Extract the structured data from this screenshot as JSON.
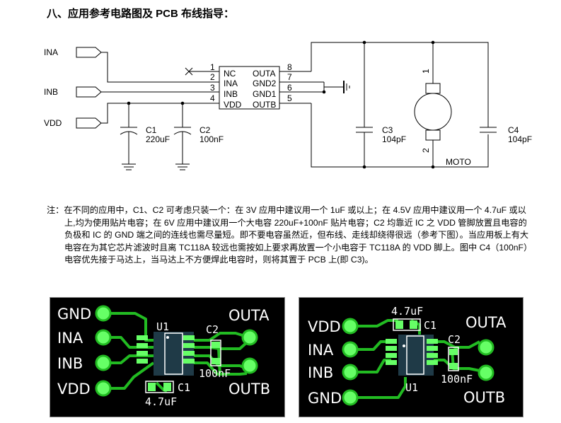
{
  "heading": "八、应用参考电路图及 PCB 布线指导：",
  "schematic": {
    "port_ina": "INA",
    "port_inb": "INB",
    "port_vdd": "VDD",
    "pin_numbers": [
      "1",
      "2",
      "3",
      "4",
      "8",
      "7",
      "6",
      "5"
    ],
    "pin_left_labels": [
      "NC",
      "INA",
      "INB",
      "VDD"
    ],
    "pin_right_labels": [
      "OUTA",
      "GND2",
      "GND1",
      "OUTB"
    ],
    "c1_name": "C1",
    "c1_value": "220uF",
    "c2_name": "C2",
    "c2_value": "100nF",
    "c3_name": "C3",
    "c3_value": "104pF",
    "c4_name": "C4",
    "c4_value": "104pF",
    "motor_pin1": "1",
    "motor_pin2": "2",
    "motor_label": "MOTO"
  },
  "note": {
    "prefix": "注：",
    "text": "在不同的应用中，C1、C2 可考虑只装一个：在 3V 应用中建议用一个 1uF 或以上；在 4.5V 应用中建议用一个 4.7uF 或以上,均为使用贴片电容；在 6V 应用中建议用一个大电容 220uF+100nF 贴片电容；C2 均靠近 IC 之 VDD 管脚放置且电容的负极和 IC 的 GND 端之间的连线也需尽量短。即不要电容虽然近，但布线、走线却绕得很远（参考下图）。当应用板上有大电容在为其它芯片滤波时且离 TC118A 较远也需按如上要求再放置一个小电容于 TC118A 的 VDD 脚上。图中 C4（100nF）电容优先接于马达上，当马达上不方便焊此电容时，则将其置于 PCB 上(即 C3)。"
  },
  "pcb1": {
    "gnd": "GND",
    "ina": "INA",
    "inb": "INB",
    "vdd": "VDD",
    "outa": "OUTA",
    "outb": "OUTB",
    "u1": "U1",
    "c1": "C1",
    "c2": "C2",
    "c2_value": "100nF",
    "c1_value": "4.7uF"
  },
  "pcb2": {
    "vdd": "VDD",
    "ina": "INA",
    "inb": "INB",
    "gnd": "GND",
    "outa": "OUTA",
    "outb": "OUTB",
    "u1": "U1",
    "c1": "C1",
    "c2": "C2",
    "c1_value": "4.7uF",
    "c2_value": "100nF"
  },
  "colors": {
    "trace": "#22bb22",
    "pad": "#66ff66",
    "text": "#ffffff",
    "board": "#000000"
  }
}
